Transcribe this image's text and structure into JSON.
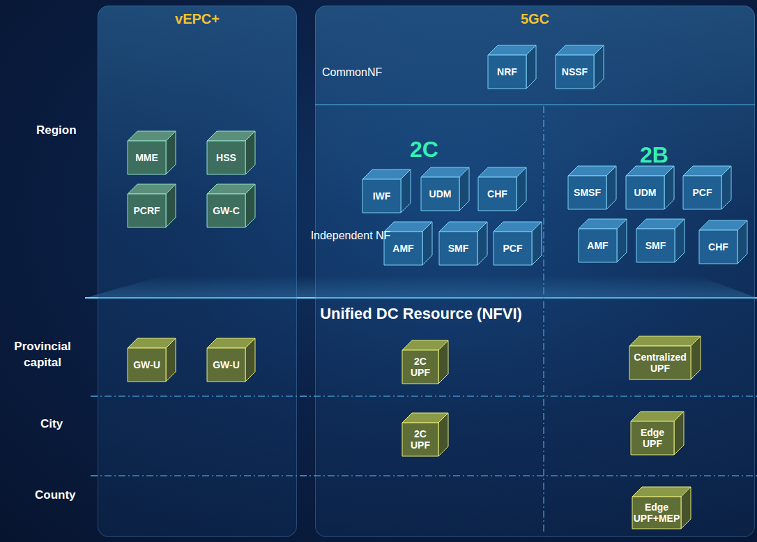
{
  "diagram": {
    "nodes": [
      {
        "text": [
          "vEPC+"
        ]
      },
      {
        "text": [
          "5GC"
        ]
      },
      {
        "text": [
          "MME"
        ],
        "in": 0
      },
      {
        "text": [
          "HSS"
        ],
        "in": 0
      },
      {
        "text": [
          "PCRF"
        ],
        "in": 0
      },
      {
        "text": [
          "GW-C"
        ],
        "in": 0
      },
      {
        "text": [
          "GW-U"
        ],
        "in": 0
      },
      {
        "text": [
          "GW-U"
        ],
        "in": 0
      },
      {
        "text": [
          "NRF"
        ],
        "in": 1
      },
      {
        "text": [
          "NSSF"
        ],
        "in": 1
      },
      {
        "text": [
          "IWF"
        ],
        "in": 1
      },
      {
        "text": [
          "UDM"
        ],
        "in": 1
      },
      {
        "text": [
          "CHF"
        ],
        "in": 1
      },
      {
        "text": [
          "AMF"
        ],
        "in": 1
      },
      {
        "text": [
          "SMF"
        ],
        "in": 1
      },
      {
        "text": [
          "PCF"
        ],
        "in": 1
      },
      {
        "text": [
          "SMSF"
        ],
        "in": 1
      },
      {
        "text": [
          "UDM"
        ],
        "in": 1
      },
      {
        "text": [
          "PCF"
        ],
        "in": 1
      },
      {
        "text": [
          "AMF"
        ],
        "in": 1
      },
      {
        "text": [
          "SMF"
        ],
        "in": 1
      },
      {
        "text": [
          "CHF"
        ],
        "in": 1
      },
      {
        "text": [
          "2C UPF"
        ],
        "in": 1
      },
      {
        "text": [
          "Centralized UPF"
        ],
        "in": 1
      },
      {
        "text": [
          "2C UPF"
        ],
        "in": 1
      },
      {
        "text": [
          "Edge UPF"
        ],
        "in": 1
      },
      {
        "text": [
          "Edge UPF+MEP"
        ],
        "in": 1
      }
    ],
    "labels": [
      "Region",
      "Provincial capital",
      "City",
      "County",
      "CommonNF",
      "2C",
      "2B",
      "Independent NF",
      "Unified DC Resource (NFVI)"
    ]
  }
}
